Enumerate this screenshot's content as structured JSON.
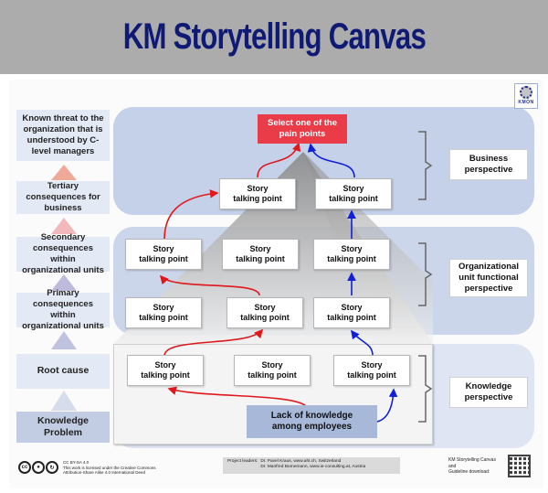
{
  "title": "KM Storytelling Canvas",
  "logo": {
    "text": "KMON",
    "icon": "kmon-logo-icon"
  },
  "levels": [
    {
      "label": "Known threat to the organization that is understood by C-level managers",
      "arrow_color": "#f0a898"
    },
    {
      "label": "Tertiary consequences for business",
      "arrow_color": "#f0b8b8"
    },
    {
      "label": "Secondary consequences within organizational units",
      "arrow_color": "#e6bcc8"
    },
    {
      "label": "Primary consequences within organizational units",
      "arrow_color": "#b9b8db"
    },
    {
      "label": "Root cause",
      "arrow_color": "#d2d8ea"
    },
    {
      "label": "Knowledge Problem"
    }
  ],
  "pain_point": {
    "label": "Select one of the pain points",
    "color": "#ea3c48"
  },
  "story_points": {
    "label": "Story talking point",
    "business": [
      "Story talking point",
      "Story talking point"
    ],
    "organizational_upper": [
      "Story talking point",
      "Story talking point",
      "Story talking point"
    ],
    "organizational_lower": [
      "Story talking point",
      "Story talking point",
      "Story talking point"
    ],
    "knowledge": [
      "Story talking point",
      "Story talking point",
      "Story talking point"
    ]
  },
  "root_problem": {
    "label": "Lack of knowledge among employees"
  },
  "perspectives": [
    {
      "label": "Business perspective"
    },
    {
      "label": "Organizational unit functional perspective"
    },
    {
      "label": "Knowledge perspective"
    }
  ],
  "path_colors": {
    "red_path": "#e0181c",
    "blue_path": "#1020d8"
  },
  "footer": {
    "license_short": "CC BY-SA 4.0",
    "license_line1": "This work is licensed under the Creative Commons",
    "license_line2": "Attribution-Share Alike 4.0 International Deed",
    "leaders_label": "Project leaders:",
    "leader1": "Dr. Pavel Kraus, www.aht.ch, Switzerland",
    "leader2": "Dr. Manfred Bornemann, www.ie-consulting.at, Austria",
    "download_line1": "KM Storytelling Canvas",
    "download_line2": "and",
    "download_line3": "Guideline download:"
  }
}
